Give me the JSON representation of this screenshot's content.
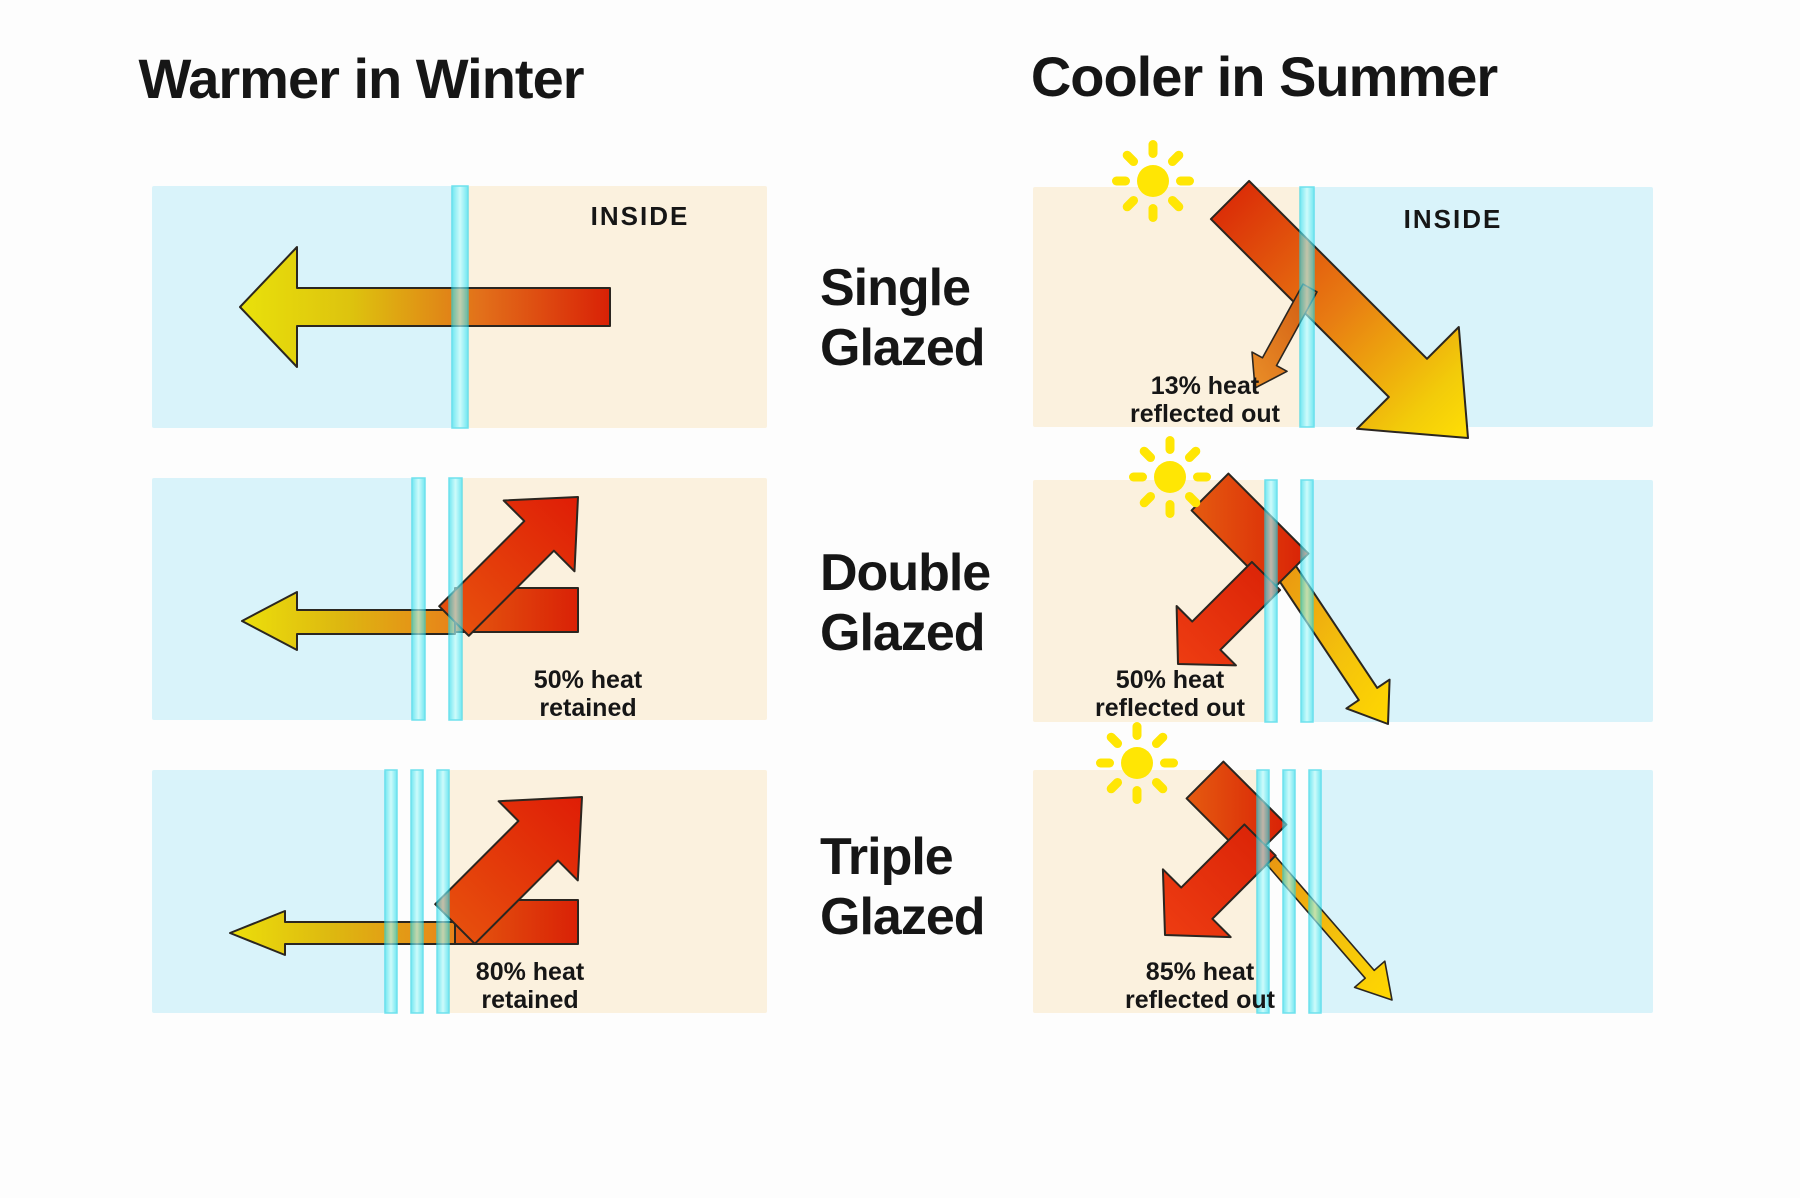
{
  "titles": {
    "left": "Warmer in Winter",
    "right": "Cooler in Summer"
  },
  "rows": [
    {
      "label": [
        "Single",
        "Glazed"
      ],
      "winter": {
        "inside": "INSIDE"
      },
      "summer": {
        "inside": "INSIDE",
        "note": [
          "13% heat",
          "reflected out"
        ]
      }
    },
    {
      "label": [
        "Double",
        "Glazed"
      ],
      "winter": {
        "note": [
          "50% heat",
          "retained"
        ]
      },
      "summer": {
        "note": [
          "50% heat",
          "reflected out"
        ]
      }
    },
    {
      "label": [
        "Triple",
        "Glazed"
      ],
      "winter": {
        "note": [
          "80% heat",
          "retained"
        ]
      },
      "summer": {
        "note": [
          "85% heat",
          "reflected out"
        ]
      }
    }
  ],
  "icons": {
    "sun": "sun-icon",
    "glass_pane": "glass-pane",
    "heat_arrow": "heat-arrow"
  },
  "colors": {
    "background": "#fdfdfd",
    "panel_blue": "#d9f3fa",
    "panel_cream": "#fbf1de",
    "glass_cyan": "#3fe3ef",
    "arrow_red": "#d92106",
    "arrow_orange": "#e87c12",
    "arrow_yellow": "#e9e10b",
    "arrow_gold": "#ffd800",
    "sun_yellow": "#ffe604",
    "text_dark": "#161616",
    "outline": "#2b2620"
  }
}
